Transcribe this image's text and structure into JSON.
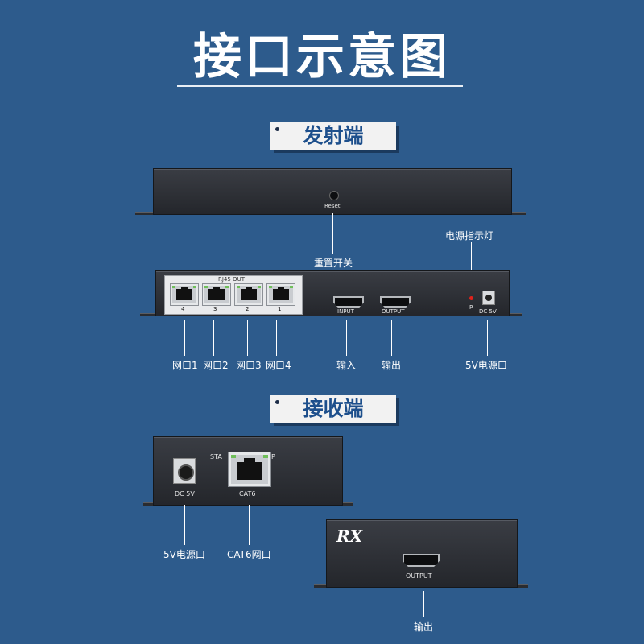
{
  "header": {
    "title": "接口示意图"
  },
  "transmitter": {
    "section_label": "发射端",
    "reset_text": "Reset",
    "rj45_out_text": "RJ45 OUT",
    "port_numbers": [
      "4",
      "3",
      "2",
      "1"
    ],
    "input_text": "INPUT",
    "output_text": "OUTPUT",
    "p_text": "P",
    "dc_text": "DC 5V",
    "callouts": {
      "reset_switch": "重置开关",
      "power_indicator": "电源指示灯",
      "lan1": "网口1",
      "lan2": "网口2",
      "lan3": "网口3",
      "lan4": "网口4",
      "input": "输入",
      "output": "输出",
      "power_port": "5V电源口"
    }
  },
  "receiver": {
    "section_label": "接收端",
    "sta_text": "STA",
    "p_text": "P",
    "dc_text": "DC 5V",
    "cat6_text": "CAT6",
    "rx_logo": "RX",
    "output_text": "OUTPUT",
    "callouts": {
      "power_port": "5V电源口",
      "cat6_port": "CAT6网口",
      "output": "输出"
    }
  },
  "colors": {
    "background": "#2d5b8c",
    "device_body": "#2b2d32",
    "section_tag_bg": "#f2f2f2",
    "section_tag_text": "#1d4f8c",
    "led_red": "#e0221b",
    "port_led_green": "#6fbf5a"
  }
}
